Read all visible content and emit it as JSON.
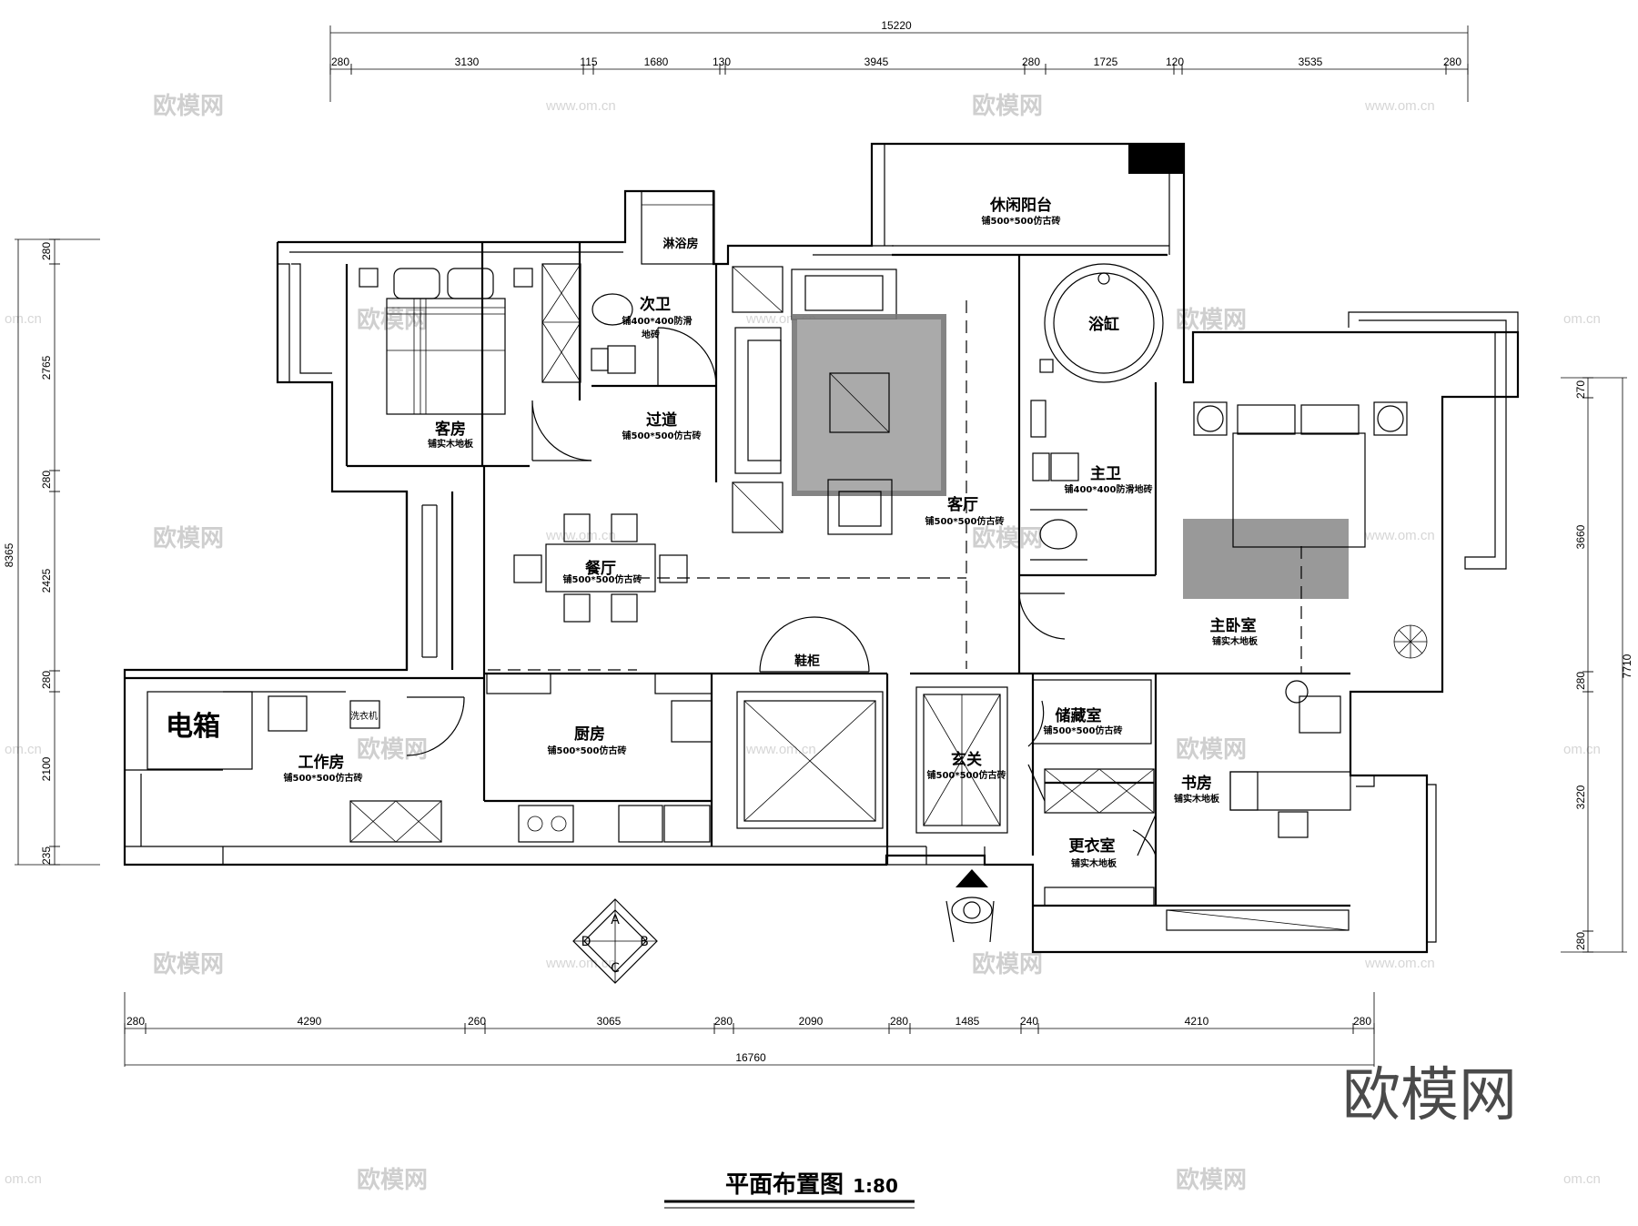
{
  "title": {
    "text": "平面布置图",
    "scale": "1:80"
  },
  "watermark": {
    "brand": "欧模网",
    "url": "www.om.cn",
    "url_partial": "om.cn"
  },
  "dimensions": {
    "top_total": "15220",
    "top": [
      "280",
      "3130",
      "115",
      "1680",
      "130",
      "3945",
      "280",
      "1725",
      "120",
      "3535",
      "280"
    ],
    "bottom_total": "16760",
    "bottom": [
      "280",
      "4290",
      "260",
      "3065",
      "280",
      "2090",
      "280",
      "1485",
      "240",
      "4210",
      "280"
    ],
    "left_total": "8365",
    "left": [
      "280",
      "2765",
      "280",
      "2425",
      "280",
      "2100",
      "235"
    ],
    "right_total": "7710",
    "right": [
      "270",
      "3660",
      "280",
      "3220",
      "280"
    ]
  },
  "rooms": {
    "balcony": {
      "name": "休闲阳台",
      "floor": "铺500*500仿古砖"
    },
    "shower": {
      "name": "淋浴房"
    },
    "guest_room": {
      "name": "客房",
      "floor": "铺实木地板"
    },
    "second_bath": {
      "name": "次卫",
      "floor_1": "铺400*400防滑",
      "floor_2": "地砖"
    },
    "corridor": {
      "name": "过道",
      "floor": "铺500*500仿古砖"
    },
    "living": {
      "name": "客厅",
      "floor": "铺500*500仿古砖"
    },
    "bathtub": {
      "name": "浴缸"
    },
    "master_bath": {
      "name": "主卫",
      "floor": "铺400*400防滑地砖"
    },
    "dining": {
      "name": "餐厅",
      "floor": "铺500*500仿古砖"
    },
    "master_bedroom": {
      "name": "主卧室",
      "floor": "铺实木地板"
    },
    "electric_box": {
      "name": "电箱"
    },
    "washer": {
      "name": "洗衣机"
    },
    "work_room": {
      "name": "工作房",
      "floor": "铺500*500仿古砖"
    },
    "kitchen": {
      "name": "厨房",
      "floor": "铺500*500仿古砖"
    },
    "foyer": {
      "name": "玄关",
      "floor": "铺500*500仿古砖"
    },
    "storage": {
      "name": "储藏室",
      "floor": "铺500*500仿古砖"
    },
    "study": {
      "name": "书房",
      "floor": "铺实木地板"
    },
    "cloakroom": {
      "name": "更衣室",
      "floor": "铺实木地板"
    },
    "shoe_cabinet": {
      "name": "鞋柜"
    }
  },
  "compass": [
    "A",
    "B",
    "C",
    "D"
  ]
}
